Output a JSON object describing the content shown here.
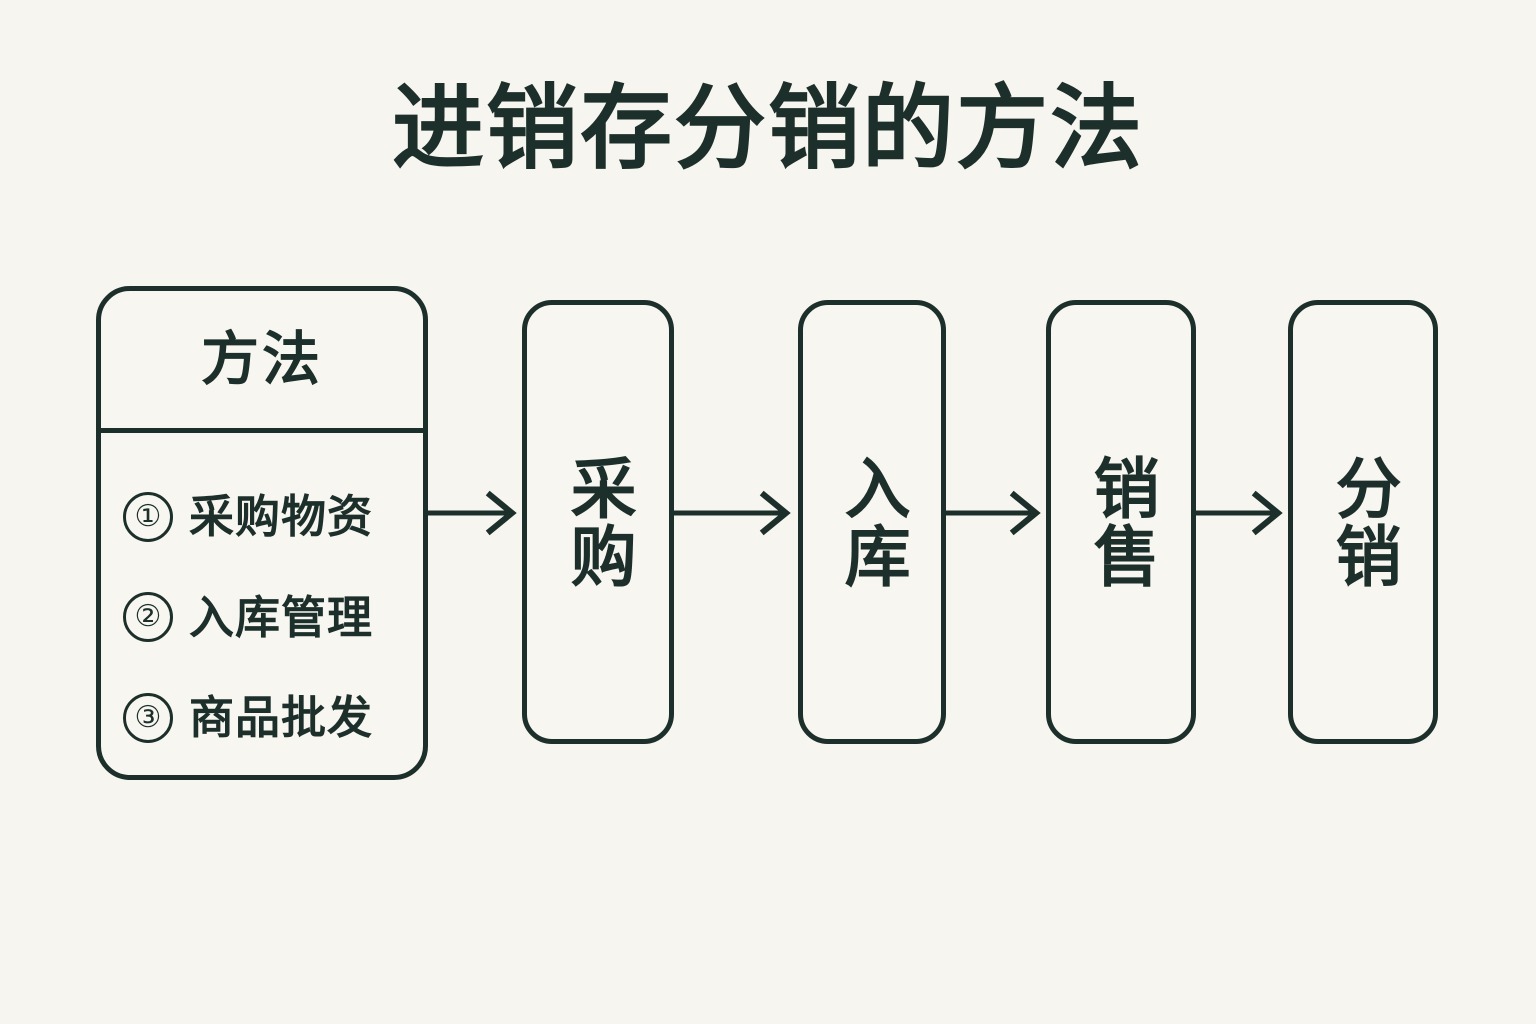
{
  "page": {
    "title": "进销存分销的方法",
    "background_color": "#f7f5f0",
    "ink_color": "#1d2f2b"
  },
  "method_card": {
    "header": "方法",
    "items": [
      {
        "marker": "①",
        "label": "采购物资"
      },
      {
        "marker": "②",
        "label": "入库管理"
      },
      {
        "marker": "③",
        "label": "商品批发"
      }
    ]
  },
  "stages": [
    {
      "label": "采购"
    },
    {
      "label": "入库"
    },
    {
      "label": "销售"
    },
    {
      "label": "分销"
    }
  ],
  "arrows": [
    {
      "name": "arrow-method-to-caigou"
    },
    {
      "name": "arrow-caigou-to-ruku"
    },
    {
      "name": "arrow-ruku-to-xiaoshou"
    },
    {
      "name": "arrow-xiaoshou-to-fenxiao"
    }
  ]
}
